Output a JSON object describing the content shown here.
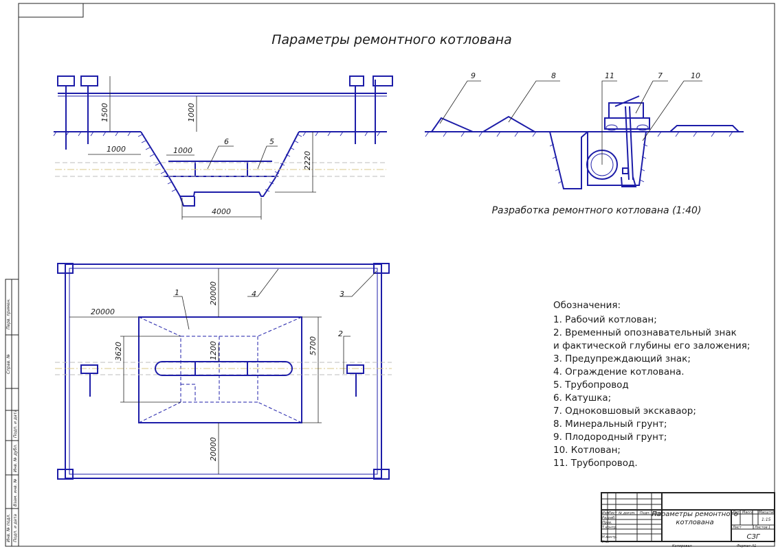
{
  "title": "Параметры ремонтного котлована",
  "section_view": {
    "dims": {
      "h1500": "1500",
      "h1000": "1000",
      "w1000_left": "1000",
      "w1000_inner": "1000",
      "depth": "2220",
      "bottom": "4000"
    },
    "callouts": {
      "c6": "6",
      "c5": "5"
    }
  },
  "excavation_view": {
    "caption": "Разработка ремонтного котлована (1:40)",
    "callouts": {
      "c9": "9",
      "c8": "8",
      "c11": "11",
      "c7": "7",
      "c10": "10"
    }
  },
  "plan_view": {
    "dims": {
      "top": "20000",
      "left": "20000",
      "bottom": "20000",
      "inner_width": "3620",
      "inner_gap": "1200",
      "outer": "5700"
    },
    "callouts": {
      "c1": "1",
      "c2": "2",
      "c3": "3",
      "c4": "4"
    }
  },
  "legend": {
    "title": "Обозначения:",
    "items": [
      "1. Рабочий котлован;",
      "2. Временный опознавательный знак",
      "и фактической глубины его заложения;",
      "3. Предупреждающий знак;",
      "4. Ограждение котлована.",
      "5. Трубопровод",
      "6. Катушка;",
      "7. Одноковшовый экскаваор;",
      "8. Минеральный грунт;",
      "9. Плодородный грунт;",
      "10. Котлован;",
      "11. Трубопровод."
    ]
  },
  "title_block": {
    "name_line1": "Параметры ремонтного",
    "name_line2": "котлована",
    "col_lit": "Лит.",
    "col_mass": "Масса",
    "col_scale": "Масштаб",
    "scale": "1:15",
    "sheet_label": "Лист",
    "sheets_label": "Листов",
    "sheets_value": "1",
    "org": "СЗГ",
    "izm": "Изм",
    "list": "Лист",
    "ndoc": "№ докум.",
    "sign": "Подп.",
    "date": "Дата",
    "razrab": "Разраб.",
    "prov": "Пров.",
    "tkontr": "Т.контр.",
    "nkontr": "Н.контр.",
    "utv": "Утв.",
    "copied": "Копировал",
    "format": "Формат   А1"
  },
  "side_stamp": [
    "Перв. примен.",
    "Справ. №",
    "Подп. и дата",
    "Инв. № дубл.",
    "Взам. инв. №",
    "Подп. и дата",
    "Инв. № подл."
  ]
}
